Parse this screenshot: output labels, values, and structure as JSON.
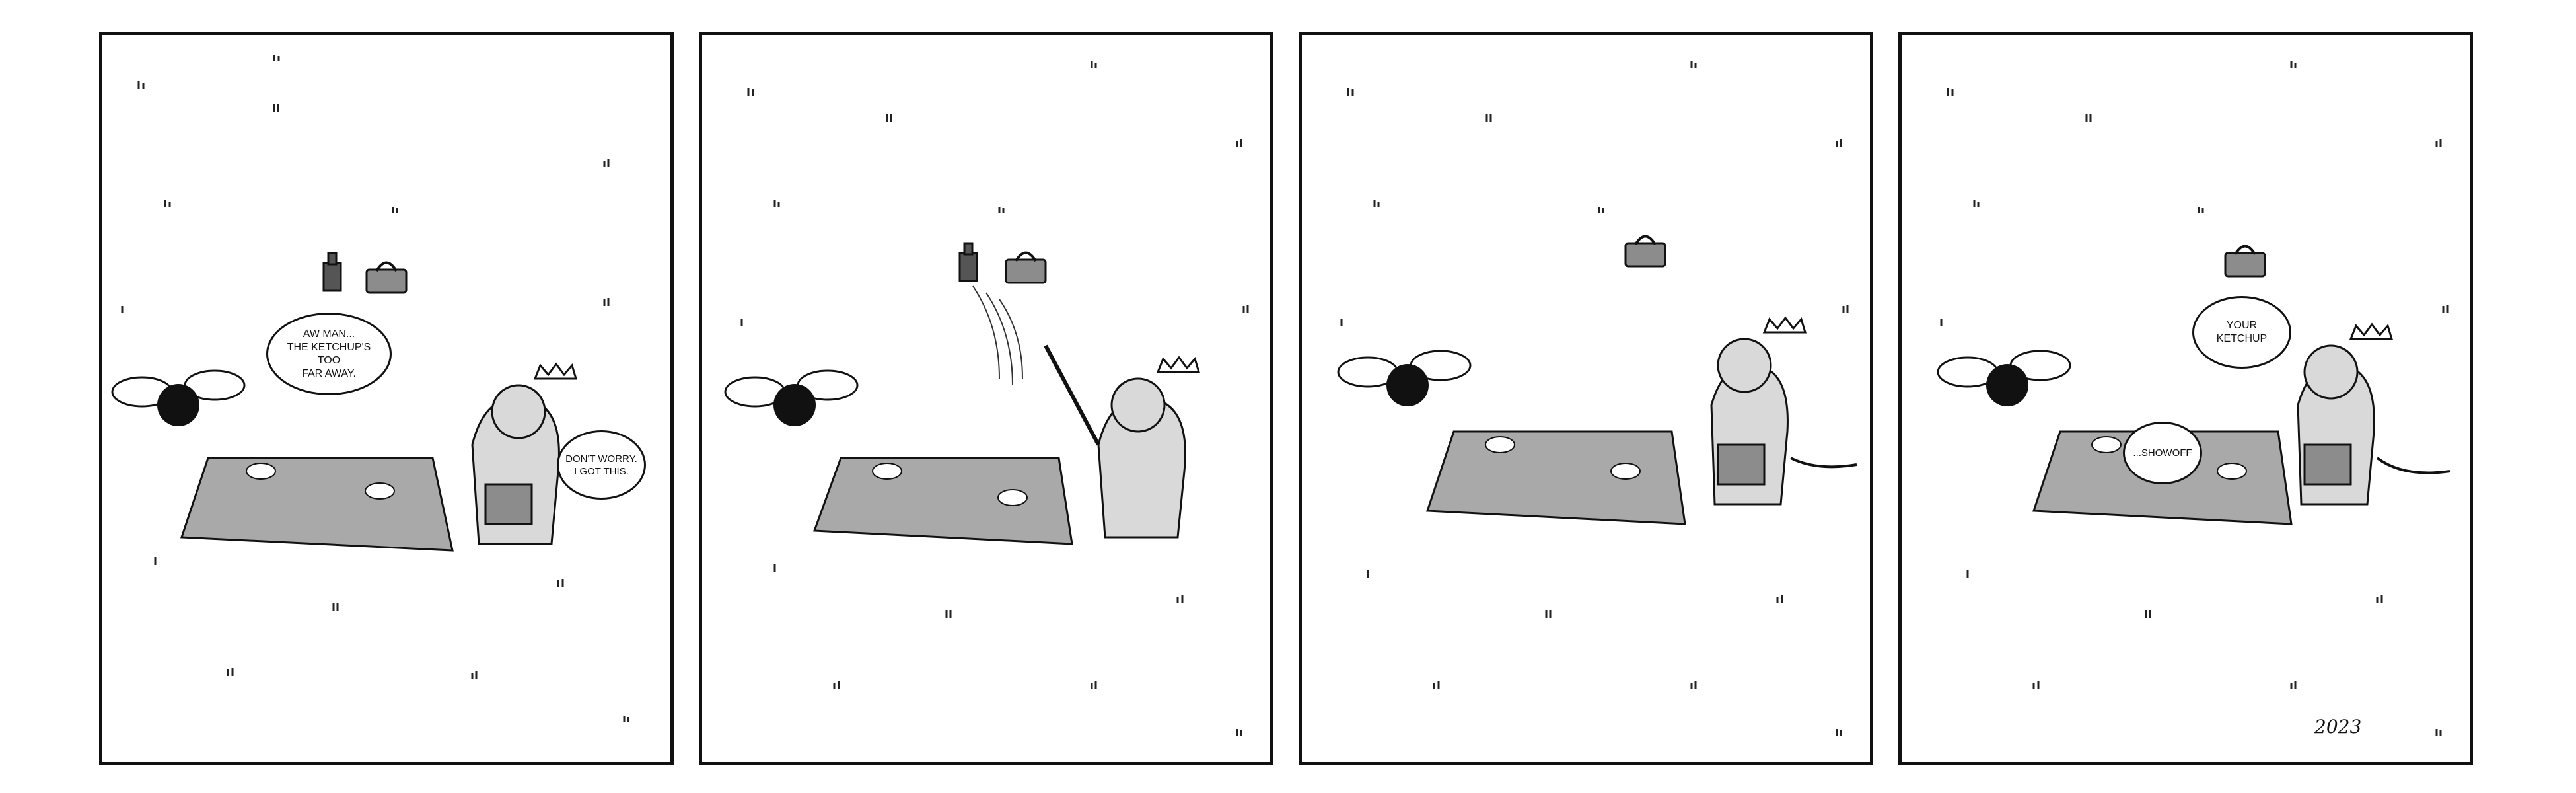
{
  "comic": {
    "panels": [
      {
        "index": 1,
        "speech": [
          {
            "speaker": "fly",
            "text": "AW MAN...\nTHE KETCHUP'S TOO\nFAR AWAY."
          },
          {
            "speaker": "bear",
            "text": "DON'T WORRY.\nI GOT THIS."
          }
        ]
      },
      {
        "index": 2,
        "speech": []
      },
      {
        "index": 3,
        "speech": []
      },
      {
        "index": 4,
        "speech": [
          {
            "speaker": "bear",
            "text": "YOUR KETCHUP"
          },
          {
            "speaker": "fly",
            "text": "...SHOWOFF"
          }
        ]
      }
    ],
    "signature_year": "2023"
  },
  "colors": {
    "ink": "#111111",
    "blanket": "#a9a9a9",
    "bag": "#8c8c8c",
    "bear": "#d9d9d9",
    "fly": "#111111"
  }
}
